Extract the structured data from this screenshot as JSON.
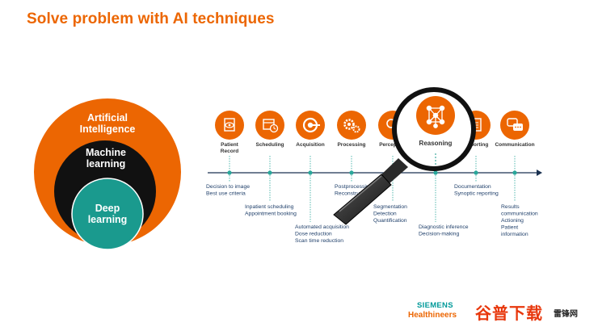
{
  "title": "Solve problem with AI techniques",
  "circles": {
    "outer": "Artificial\nIntelligence",
    "middle": "Machine\nlearning",
    "inner": "Deep\nlearning"
  },
  "steps": [
    {
      "label": "Patient\nRecord",
      "icon": "document-eye-icon",
      "desc": "Decision to image\nBest use criteria"
    },
    {
      "label": "Scheduling",
      "icon": "calendar-clock-icon",
      "desc": "Inpatient scheduling\nAppointment booking"
    },
    {
      "label": "Acquisition",
      "icon": "scanner-icon",
      "desc": "Automated acquisition\nDose reduction\nScan time reduction"
    },
    {
      "label": "Processing",
      "icon": "gears-icon",
      "desc": "Postprocessing\nReconstruction"
    },
    {
      "label": "Perception",
      "icon": "perception-icon",
      "desc": "Segmentation\nDetection\nQuantification"
    },
    {
      "label": "Reasoning",
      "icon": "neural-network-icon",
      "desc": "Diagnostic inference\nDecision-making"
    },
    {
      "label": "Reporting",
      "icon": "report-icon",
      "desc": "Documentation\nSynoptic reporting"
    },
    {
      "label": "Communication",
      "icon": "speech-bubbles-icon",
      "desc": "Results\ncommunication\nActioning\nPatient\ninformation"
    }
  ],
  "footer": {
    "brand": "SIEMENS",
    "division": "Healthineers",
    "watermark": "谷普下载",
    "watermark_small": "雷锋网"
  },
  "colors": {
    "orange": "#ec6602",
    "black": "#111111",
    "teal": "#1a9a8e",
    "line": "#1a3150",
    "tick": "#2aa79b"
  }
}
